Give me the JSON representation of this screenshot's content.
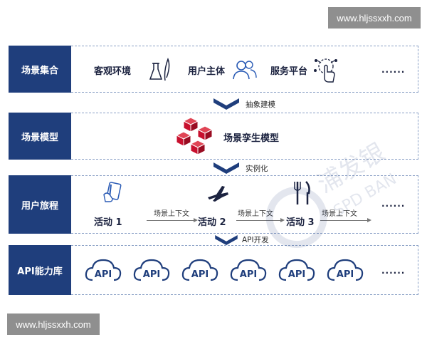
{
  "watermarks": {
    "top": "www.hljssxxh.com",
    "bottom": "www.hljssxxh.com"
  },
  "rows": {
    "scene_collection": {
      "label": "场景集合",
      "items": [
        "客观环境",
        "用户主体",
        "服务平台"
      ],
      "ellipsis": "......"
    },
    "scene_model": {
      "label": "场景模型",
      "item": "场景孪生模型"
    },
    "user_journey": {
      "label": "用户旅程",
      "activities": [
        "活动 1",
        "活动 2",
        "活动 3"
      ],
      "context_labels": [
        "场景上下文",
        "场景上下文",
        "场景上下文"
      ],
      "ellipsis": "......"
    },
    "api_library": {
      "label": "API能力库",
      "api_items": [
        "API",
        "API",
        "API",
        "API",
        "API",
        "API"
      ],
      "ellipsis": "......"
    }
  },
  "connectors": [
    "抽象建模",
    "实例化",
    "API开发"
  ],
  "colors": {
    "label_bg": "#1f3e7c",
    "chevron": "#1f3e7c",
    "cube_red": "#c8102e",
    "dash_border": "#8aa0c6"
  }
}
